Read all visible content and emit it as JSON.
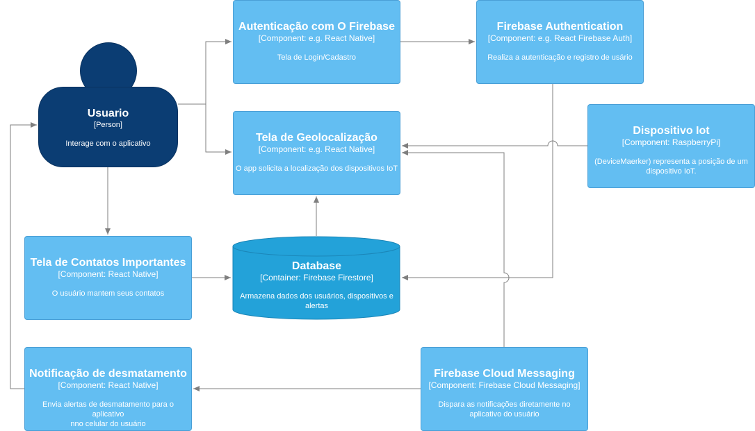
{
  "colors": {
    "person": "#0b3d73",
    "component": "#63bef2",
    "container": "#23a2d9",
    "edge": "#7f7f7f"
  },
  "person": {
    "name": "Usuario",
    "kind": "[Person]",
    "description": "Interage com o aplicativo"
  },
  "auth_screen": {
    "name": "Autenticação com O Firebase",
    "kind": "[Component: e.g. React Native]",
    "description": "Tela de Login/Cadastro"
  },
  "firebase_auth": {
    "name": "Firebase Authentication",
    "kind": "[Component: e.g. React Firebase Auth]",
    "description": "Realiza a autenticação e registro de usário"
  },
  "geo_screen": {
    "name": "Tela de Geolocalização",
    "kind": "[Component: e.g. React Native]",
    "description": "O app solicita a localização dos dispositivos IoT"
  },
  "iot_device": {
    "name": "Dispositivo Iot",
    "kind": "[Component: RaspberryPi]",
    "description_1": "(DeviceMaerker) representa a posição de um",
    "description_2": "dispositivo IoT."
  },
  "contacts_screen": {
    "name": "Tela de Contatos Importantes",
    "kind": "[Component: React Native]",
    "description": "O usuário mantem seus contatos"
  },
  "database": {
    "name": "Database",
    "kind": "[Container: Firebase Firestore]",
    "description_1": "Armazena dados dos usuários, dispositivos e",
    "description_2": "alertas"
  },
  "deforestation_alert": {
    "name": "Notificação de desmatamento",
    "kind": "[Component: React Native]",
    "description_1": "Envia alertas de desmatamento para o aplicativo",
    "description_2": "nno celular do usuário"
  },
  "cloud_messaging": {
    "name": "Firebase Cloud Messaging",
    "kind": "[Component: Firebase Cloud Messaging]",
    "description_1": "Dispara as notificações diretamente no",
    "description_2": "aplicativo do usuário"
  }
}
